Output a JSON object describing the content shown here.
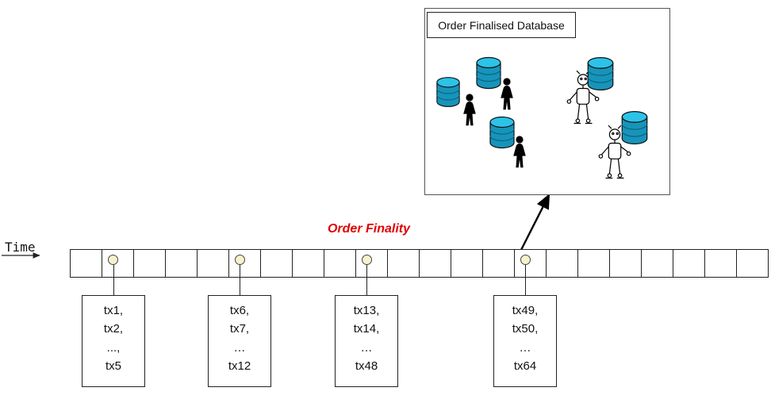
{
  "timeline": {
    "time_label": "Time",
    "cell_count": 22,
    "marker_cells": [
      1,
      5,
      9,
      14
    ],
    "marker_fill_color": "#f7f2cc"
  },
  "finality": {
    "label": "Order Finality",
    "color": "#e00000"
  },
  "database_box": {
    "title": "Order Finalised Database",
    "database_icon_color": "#1794ba",
    "database_icon_top_color": "#2cc3e8",
    "icons": [
      "database-icon",
      "database-icon",
      "database-icon",
      "person-icon",
      "person-icon",
      "person-icon",
      "robot-sketch-icon",
      "robot-sketch-icon",
      "database-icon",
      "database-icon"
    ]
  },
  "tx_blocks": [
    {
      "lines": [
        "tx1,",
        "tx2,",
        "...,",
        "tx5"
      ]
    },
    {
      "lines": [
        "tx6,",
        "tx7,",
        "…",
        "tx12"
      ]
    },
    {
      "lines": [
        "tx13,",
        "tx14,",
        "…",
        "tx48"
      ]
    },
    {
      "lines": [
        "tx49,",
        "tx50,",
        "…",
        "tx64"
      ]
    }
  ]
}
